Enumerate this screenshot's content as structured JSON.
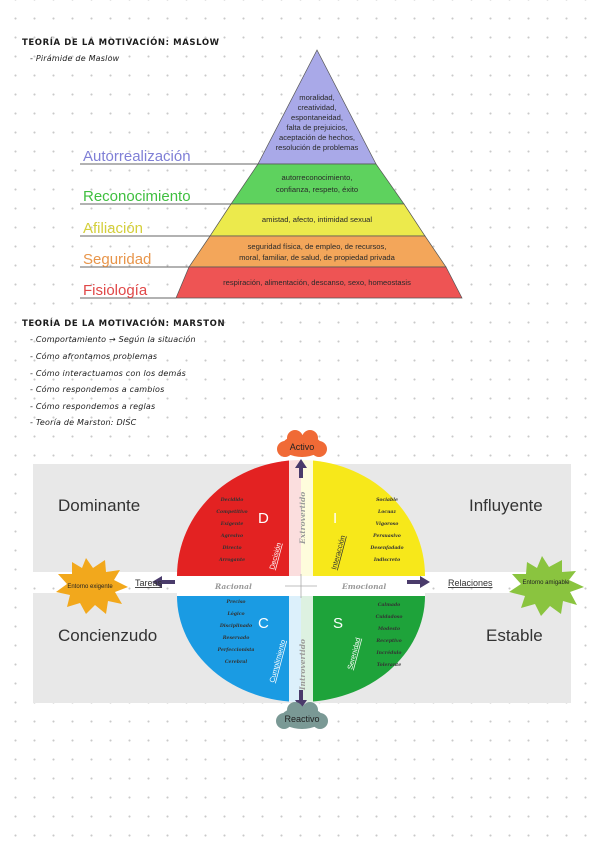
{
  "maslow": {
    "title": "TEORÍA DE LA MOTIVACIÓN: MASLOW",
    "subtitle": "- Pirámide de Maslow",
    "levels": [
      {
        "name": "Autorrealización",
        "color": "#7f7fd6",
        "fill": "#a9a9e8",
        "lines": [
          "moralidad,",
          "creatividad,",
          "espontaneidad,",
          "falta de prejuicios,",
          "aceptación de hechos,",
          "resolución de problemas"
        ]
      },
      {
        "name": "Reconocimiento",
        "color": "#3fbf3f",
        "fill": "#5ed25e",
        "lines": [
          "autorreconocimiento,",
          "confianza, respeto, éxito"
        ]
      },
      {
        "name": "Afiliación",
        "color": "#d4cf3a",
        "fill": "#ecea4c",
        "lines": [
          "amistad, afecto, intimidad sexual"
        ]
      },
      {
        "name": "Seguridad",
        "color": "#e8954a",
        "fill": "#f3a65a",
        "lines": [
          "seguridad física, de empleo, de recursos,",
          "moral, familiar, de salud, de propiedad privada"
        ]
      },
      {
        "name": "Fisiología",
        "color": "#e04848",
        "fill": "#ee5454",
        "lines": [
          "respiración, alimentación, descanso, sexo, homeostasis"
        ]
      }
    ]
  },
  "marston": {
    "title": "TEORÍA DE LA MOTIVACIÓN: MARSTON",
    "items": [
      "- Comportamiento → Según la situación",
      "- Cómo afrontamos problemas",
      "- Cómo interactuamos con los demás",
      "- Cómo respondemos a cambios",
      "- Cómo respondemos a reglas",
      "- Teoría de Marston: DISC"
    ]
  },
  "disc": {
    "top": "Activo",
    "bottom": "Reactivo",
    "left_env": "Entorno exigente",
    "right_env": "Entorno amigable",
    "left_axis": "Tareas",
    "right_axis": "Relaciones",
    "axis_left": "Racional",
    "axis_right": "Emocional",
    "axis_top": "Extrovertido",
    "axis_bottom": "Introvertido",
    "colors": {
      "D": "#e32222",
      "I": "#f7e81a",
      "C": "#1a9be3",
      "S": "#1ea33a",
      "arrow": "#4a3b6b"
    },
    "quadrants": {
      "D": {
        "corner": "Dominante",
        "letter": "D",
        "word": "Decisión",
        "traits": [
          "Decidido",
          "Competitivo",
          "Exigente",
          "Agresivo",
          "Directo",
          "Arrogante"
        ]
      },
      "I": {
        "corner": "Influyente",
        "letter": "I",
        "word": "Interacción",
        "traits": [
          "Sociable",
          "Locuaz",
          "Vigoroso",
          "Persuasivo",
          "Desenfadado",
          "Indiscreto"
        ]
      },
      "C": {
        "corner": "Concienzudo",
        "letter": "C",
        "word": "Cumplimiento",
        "traits": [
          "Preciso",
          "Lógico",
          "Disciplinado",
          "Reservado",
          "Perfeccionista",
          "Cerebral"
        ]
      },
      "S": {
        "corner": "Estable",
        "letter": "S",
        "word": "Serenidad",
        "traits": [
          "Calmado",
          "Cuidadoso",
          "Modesto",
          "Receptivo",
          "Incrédulo",
          "Tolerante"
        ]
      }
    }
  }
}
